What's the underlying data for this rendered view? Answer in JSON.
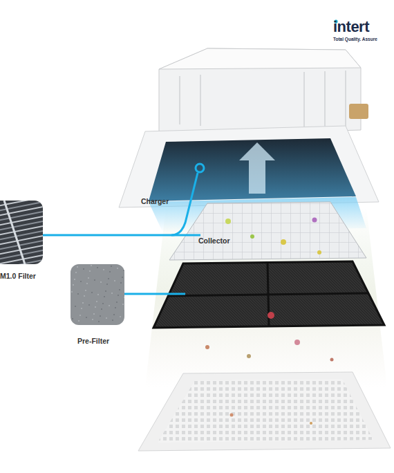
{
  "diagram": {
    "nodes": [
      {
        "text": [
          "M1.0 Filter"
        ]
      },
      {
        "text": [
          "Pre-Filter"
        ]
      }
    ],
    "labels": [
      "intert",
      "Total Quality. Assure",
      "Charger",
      "Collector"
    ]
  }
}
